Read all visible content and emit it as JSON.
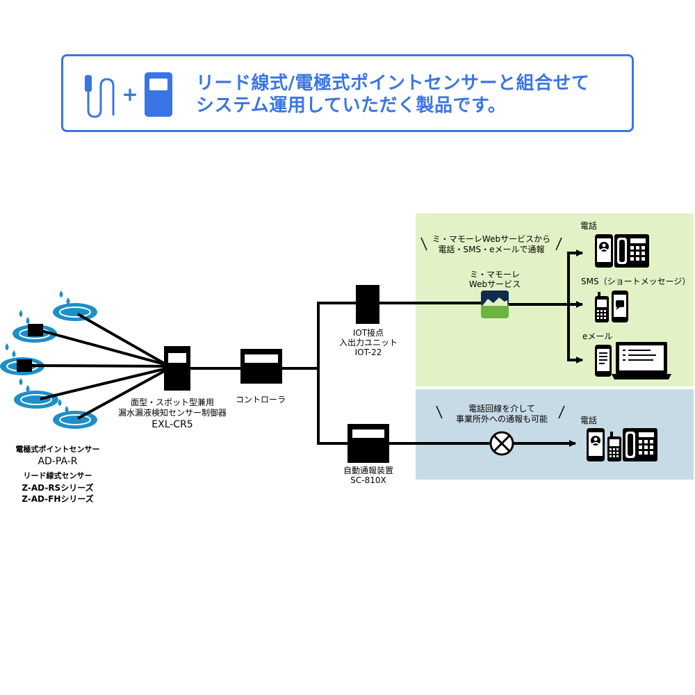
{
  "banner": {
    "line1": "リード線式/電極式ポイントセンサーと組合せて",
    "line2": "システム運用していただく製品です。",
    "plus": "+",
    "color": "#3a75e4"
  },
  "panels": {
    "internet_color": "#e3f2c6",
    "phone_line_color": "#c7dbe6"
  },
  "sensors": {
    "electrode_title": "電極式ポイントセンサー",
    "electrode_model": "AD-PA-R",
    "lead_title": "リード線式センサー",
    "lead_model1": "Z-AD-RSシリーズ",
    "lead_model2": "Z-AD-FHシリーズ"
  },
  "controller": {
    "desc1": "面型・スポット型兼用",
    "desc2": "漏水漏液検知センサー制御器",
    "model": "EXL-CR5"
  },
  "controller_unit": {
    "label": "コントローラ"
  },
  "iot": {
    "line1": "IOT接点",
    "line2": "入出力ユニット",
    "model": "IOT-22"
  },
  "autodialer": {
    "line1": "自動通報装置",
    "model": "SC-810X"
  },
  "web_service": {
    "note1": "ミ・マモーレWebサービスから",
    "note2": "電話・SMS・eメールで通報",
    "name1": "ミ・マモーレ",
    "name2": "Webサービス"
  },
  "phone_line": {
    "note1": "電話回線を介して",
    "note2": "事業所外への通報も可能"
  },
  "outputs": {
    "phone": "電話",
    "sms": "SMS（ショートメッセージ）",
    "email": "eメール",
    "phone2": "電話"
  }
}
